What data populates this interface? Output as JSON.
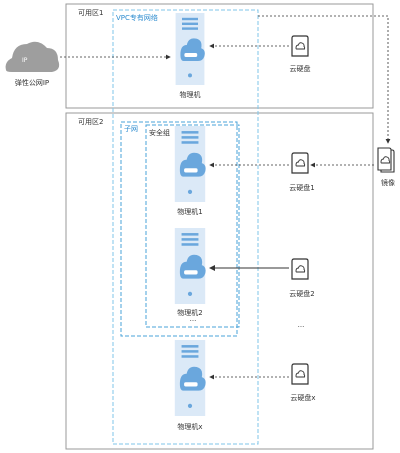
{
  "zones": [
    {
      "label": "可用区1"
    },
    {
      "label": "可用区2"
    }
  ],
  "vpc_label": "VPC专有网络",
  "subnet_label": "子网",
  "security_group_label": "安全组",
  "elastic_ip_label": "弹性公网IP",
  "cloud_icon_text": "IP",
  "image_label": "镜像",
  "ellipsis": "...",
  "servers": [
    "物理机",
    "物理机1",
    "物理机2",
    "物理机x"
  ],
  "disks": [
    "云硬盘",
    "云硬盘1",
    "云硬盘2",
    "云硬盘x"
  ],
  "colors": {
    "zone_border": "#999999",
    "vpc_border": "#7fc6ea",
    "subnet_border": "#4aa3d8",
    "server_fill": "#dbe9f7",
    "server_accent": "#6aa7dd",
    "cloud_fill": "#9e9e9e"
  }
}
